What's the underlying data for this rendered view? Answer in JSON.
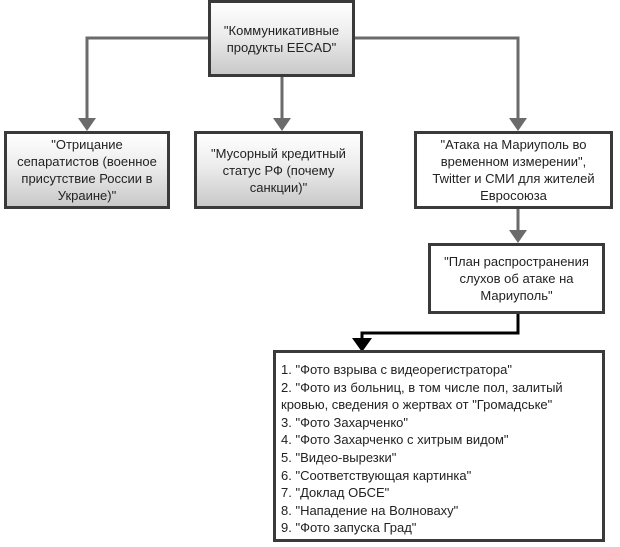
{
  "diagram": {
    "root": "\"Коммуникативные продукты EECAD\"",
    "branches": [
      "\"Отрицание сепаратистов (военное присутствие России в Украине)\"",
      "\"Мусорный кредитный статус РФ (почему санкции)\"",
      "\"Атака на Мариуполь во временном измерении\", Twitter и СМИ для жителей Евросоюза"
    ],
    "plan": "\"План распространения слухов об атаке на Мариуполь\"",
    "list_items": [
      "1. \"Фото взрыва с видеорегистратора\"",
      "2. \"Фото из больниц, в том числе пол, залитый кровью, сведения о жертвах от \"Громадське\"",
      "3. \"Фото Захарченко\"",
      "4. \"Фото Захарченко с хитрым видом\"",
      "5. \"Видео-вырезки\"",
      "6. \"Соответствующая картинка\"",
      "7. \"Доклад ОБСЕ\"",
      "8. \"Нападение на Волноваху\"",
      "9. \"Фото запуска Град\""
    ],
    "colors": {
      "stroke": "#3a3a3a",
      "connector": "#6b6b6b",
      "black_connector": "#000000",
      "text": "#222222"
    }
  }
}
